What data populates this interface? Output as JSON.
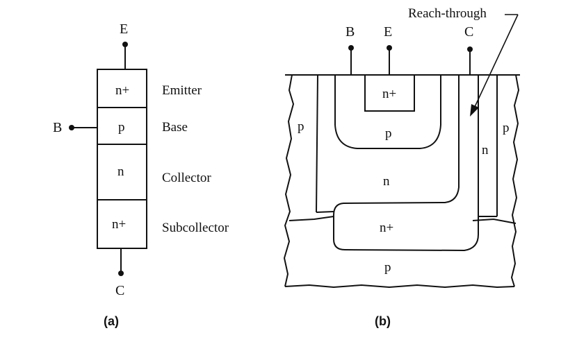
{
  "panel_a": {
    "terminals": {
      "emitter": "E",
      "base": "B",
      "collector": "C"
    },
    "layers": [
      {
        "region": "n+",
        "name": "Emitter"
      },
      {
        "region": "p",
        "name": "Base"
      },
      {
        "region": "n",
        "name": "Collector"
      },
      {
        "region": "n+",
        "name": "Subcollector"
      }
    ],
    "caption": "(a)"
  },
  "panel_b": {
    "terminals": {
      "base": "B",
      "emitter": "E",
      "collector": "C"
    },
    "annotation": "Reach-through",
    "regions": {
      "emitter": "n+",
      "base": "p",
      "collector": "n",
      "buried": "n+",
      "substrate": "p",
      "left_isolation": "p",
      "right_isolation": "p",
      "reach_through": "n"
    },
    "caption": "(b)"
  }
}
